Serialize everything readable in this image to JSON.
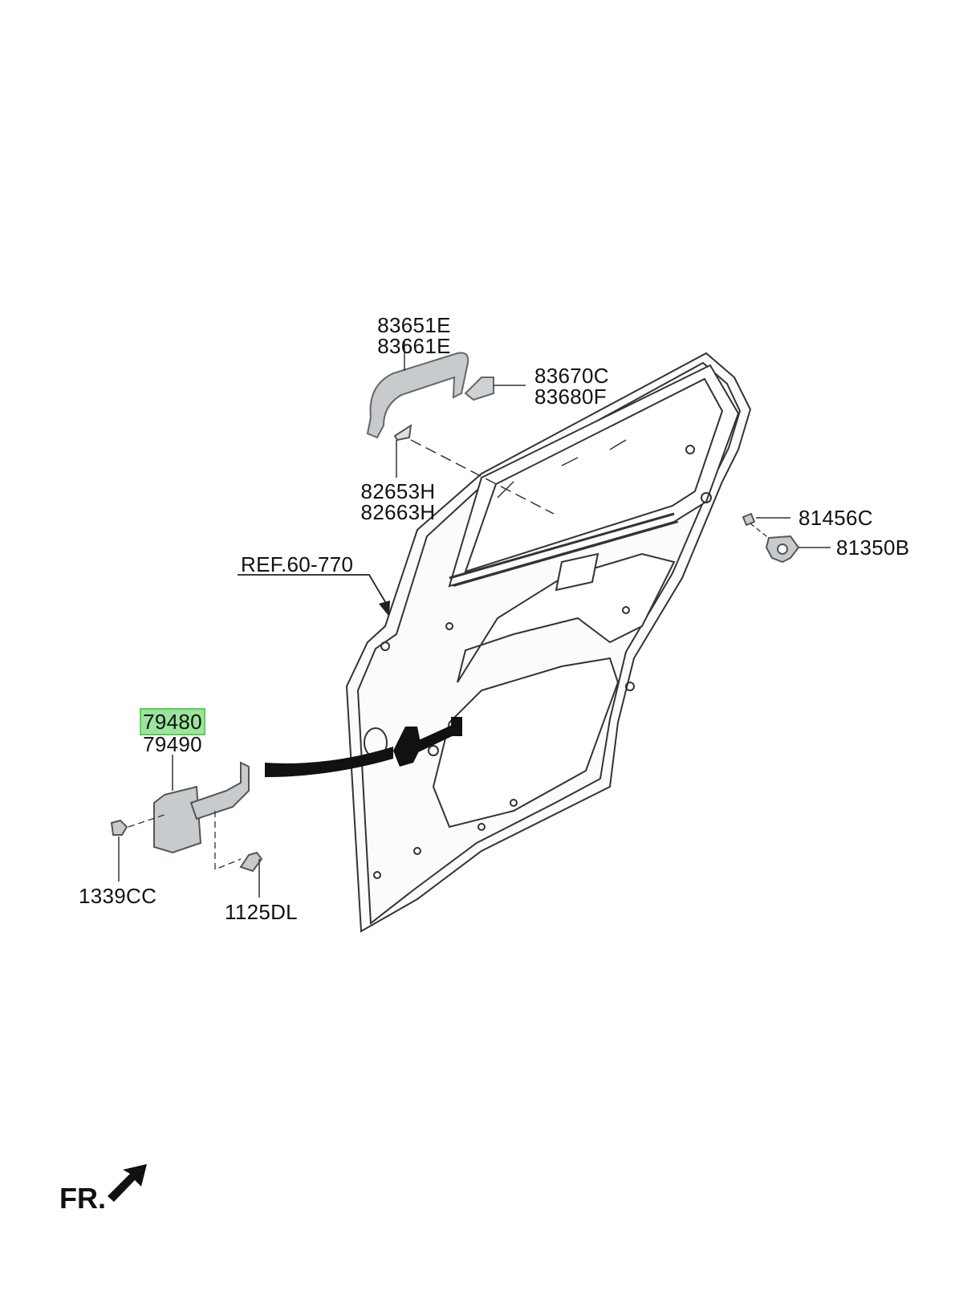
{
  "diagram": {
    "parts": {
      "outside_handle": [
        "83651E",
        "83661E"
      ],
      "handle_cover": [
        "83670C",
        "83680F"
      ],
      "handle_pad": [
        "82653H",
        "82663H"
      ],
      "striker_screw": "81456C",
      "striker": "81350B",
      "door_panel_ref": "REF.60-770",
      "door_checker_selected": "79480",
      "door_checker_alt": "79490",
      "nut": "1339CC",
      "bolt": "1125DL"
    },
    "front_indicator": "FR.",
    "highlight_color": "#9be59b"
  }
}
